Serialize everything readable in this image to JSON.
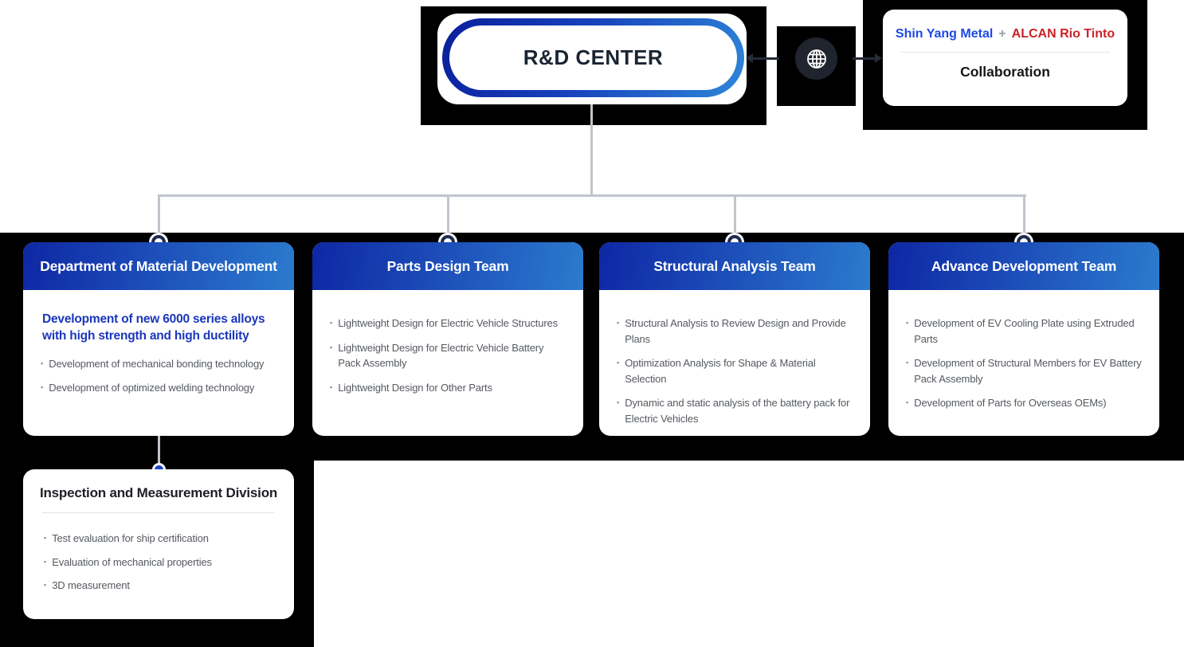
{
  "org_chart": {
    "root": {
      "label": "R&D CENTER"
    },
    "collaboration": {
      "partner_primary": "Shin Yang Metal",
      "plus": "+",
      "partner_secondary": "ALCAN Rio Tinto",
      "label": "Collaboration"
    },
    "departments": [
      {
        "title": "Department of Material Development",
        "highlight": "Development of new 6000 series alloys with high strength and high ductility",
        "items": [
          "Development of mechanical bonding technology",
          "Development of optimized welding technology"
        ]
      },
      {
        "title": "Parts Design Team",
        "items": [
          "Lightweight Design for Electric Vehicle Structures",
          "Lightweight Design for Electric Vehicle Battery Pack Assembly",
          "Lightweight Design for Other Parts"
        ]
      },
      {
        "title": "Structural Analysis Team",
        "items": [
          "Structural Analysis to Review Design and Provide Plans",
          "Optimization Analysis for Shape & Material Selection",
          "Dynamic and static analysis of the battery pack for Electric Vehicles"
        ]
      },
      {
        "title": "Advance Development Team",
        "items": [
          "Development of EV Cooling Plate using Extruded Parts",
          "Development of Structural Members for EV Battery Pack Assembly",
          "Development of Parts for Overseas OEMs)"
        ]
      }
    ],
    "sub_division": {
      "title": "Inspection and Measurement Division",
      "items": [
        "Test evaluation for ship certification",
        "Evaluation of mechanical properties",
        "3D measurement"
      ]
    },
    "icons": {
      "globe": "globe-icon",
      "bullet": "square-bullet-icon"
    },
    "colors": {
      "header_gradient_start": "#0e27a4",
      "header_gradient_end": "#2b7bce",
      "pill_gradient_start": "#0a1f9c",
      "pill_gradient_end": "#2e86d8",
      "partner_primary_color": "#1d49e6",
      "partner_secondary_color": "#cc2127",
      "highlight_blue_text": "#1a36bb",
      "connector_gray": "#c0c5cc",
      "connector_ring_navy": "#1e2a52",
      "connector_dot_blue": "#1c43c8",
      "arrow_dark": "#262b38",
      "transparent_backdrop": "#000000"
    }
  }
}
